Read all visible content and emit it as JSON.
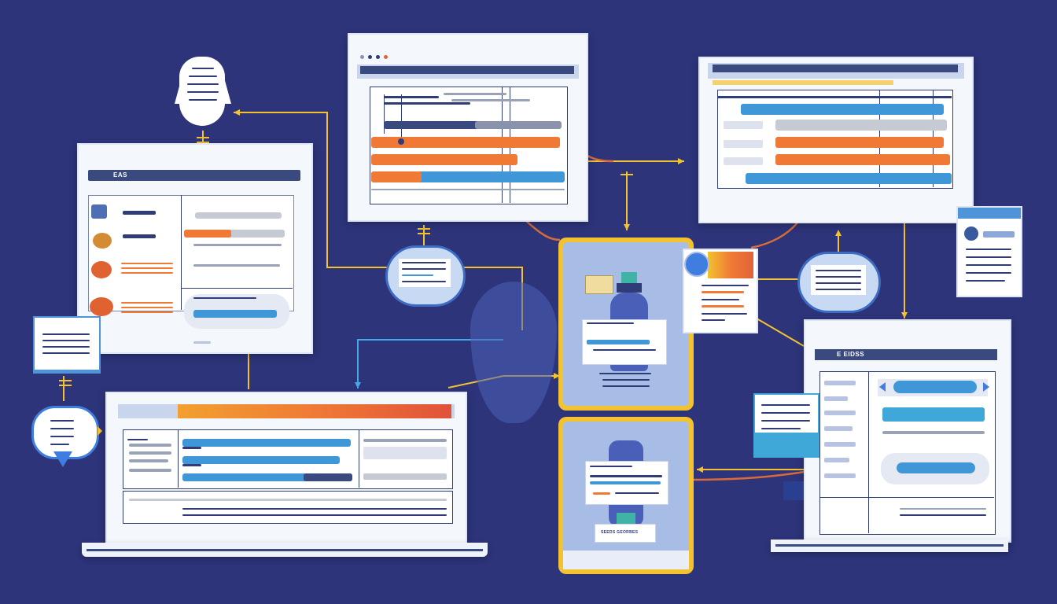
{
  "labels": {
    "left_window_title": "EAS",
    "right_window_title": "E EIDSS",
    "phone_bottom_label": "SEEDS GEORBES"
  },
  "colors": {
    "background": "#2d347a",
    "accent_orange": "#f07a35",
    "accent_blue": "#3f97d8",
    "connector": "#f2c230",
    "navy": "#2f3c78"
  },
  "icons": [
    "lightbulb-icon",
    "bottle-icon",
    "document-icon",
    "bubble-icon"
  ]
}
